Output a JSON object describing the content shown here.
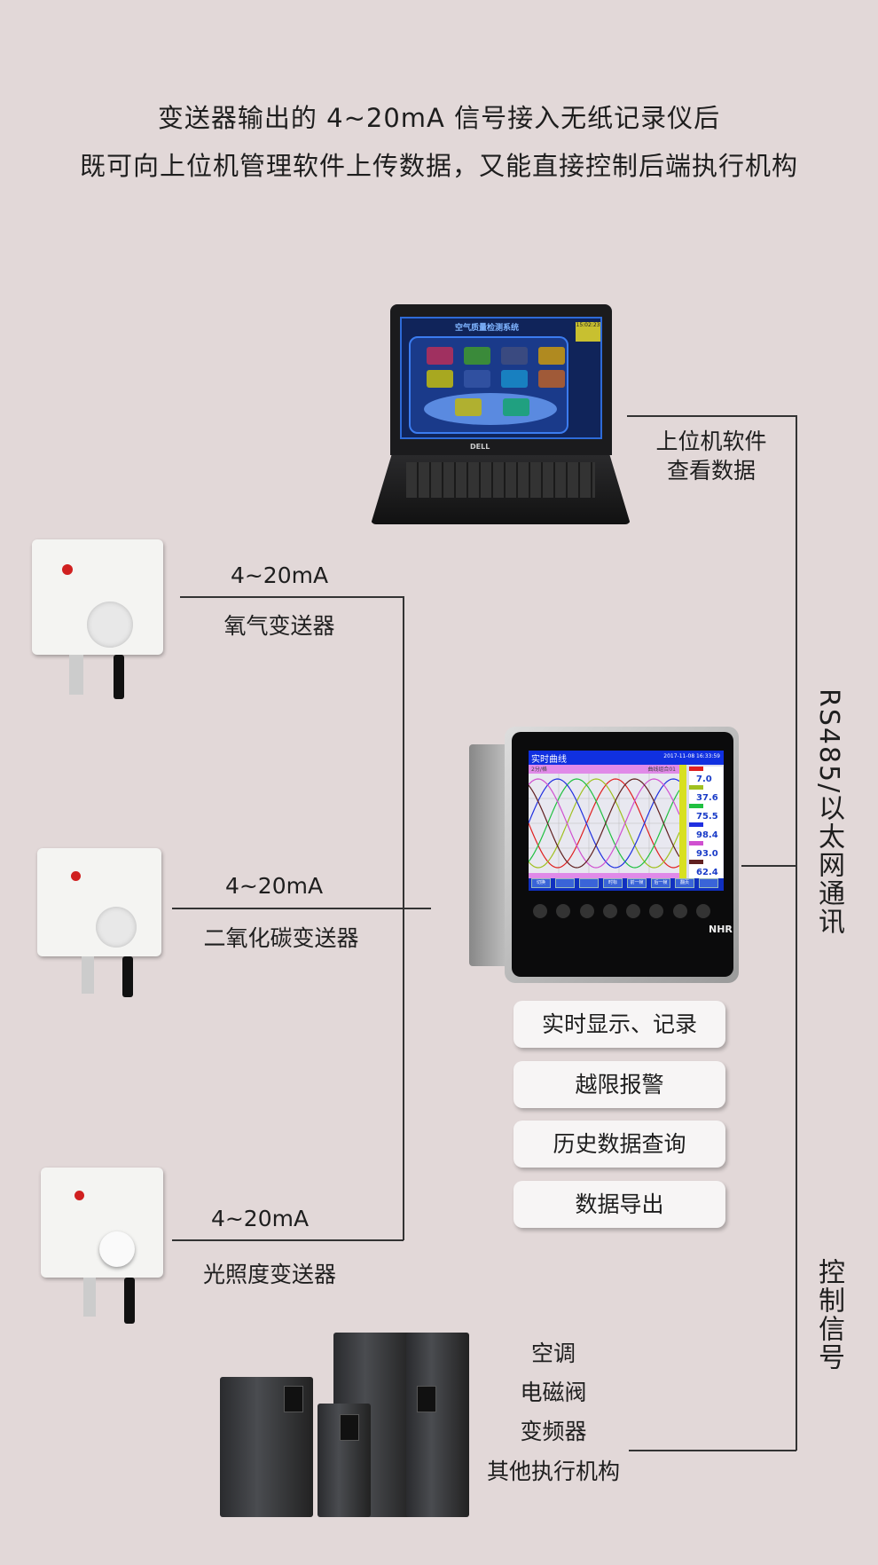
{
  "header": {
    "line1": "变送器输出的 4~20mA 信号接入无纸记录仪后",
    "line2": "既可向上位机管理软件上传数据，又能直接控制后端执行机构"
  },
  "laptop": {
    "brand": "DELL",
    "screen_title": "空气质量检测系统",
    "clock": "15:02:23",
    "label1": "上位机软件",
    "label2": "查看数据"
  },
  "sensors": [
    {
      "signal": "4~20mA",
      "name": "氧气变送器"
    },
    {
      "signal": "4~20mA",
      "name": "二氧化碳变送器"
    },
    {
      "signal": "4~20mA",
      "name": "光照度变送器"
    }
  ],
  "recorder": {
    "screen_title": "实时曲线",
    "datetime": "2017-11-08 16:33:59",
    "scale": "2分/格",
    "group": "曲线组合01",
    "brand": "NHR",
    "channels": [
      {
        "value": "7.0",
        "color": "#e02020"
      },
      {
        "value": "37.6",
        "color": "#a0c020"
      },
      {
        "value": "75.5",
        "color": "#20c040"
      },
      {
        "value": "98.4",
        "color": "#2030e0"
      },
      {
        "value": "93.0",
        "color": "#d050d0"
      },
      {
        "value": "62.4",
        "color": "#602020"
      }
    ],
    "softkeys": [
      "切换",
      "",
      "",
      "时标",
      "前一帧",
      "后一帧",
      "翻页",
      ""
    ]
  },
  "features": [
    "实时显示、记录",
    "越限报警",
    "历史数据查询",
    "数据导出"
  ],
  "comm_label": "RS485/以太网通讯",
  "control_label": "控制信号",
  "actuators": [
    "空调",
    "电磁阀",
    "变频器",
    "其他执行机构"
  ]
}
